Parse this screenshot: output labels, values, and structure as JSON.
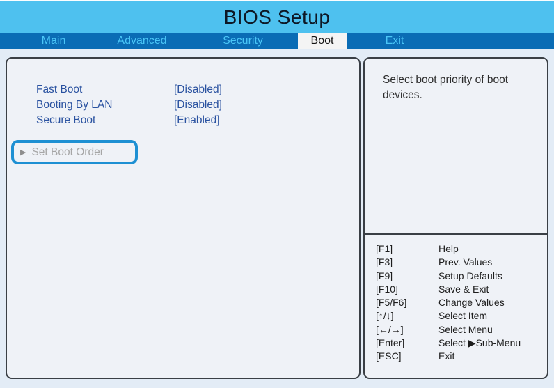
{
  "window": {
    "title": "BIOS Setup"
  },
  "menu": {
    "tabs": [
      {
        "label": "Main",
        "active": false
      },
      {
        "label": "Advanced",
        "active": false
      },
      {
        "label": "Security",
        "active": false
      },
      {
        "label": "Boot",
        "active": true
      },
      {
        "label": "Exit",
        "active": false
      }
    ]
  },
  "settings": {
    "items": [
      {
        "label": "Fast Boot",
        "value": "[Disabled]"
      },
      {
        "label": "Booting By LAN",
        "value": "[Disabled]"
      },
      {
        "label": "Secure Boot",
        "value": "[Enabled]"
      }
    ],
    "submenu": {
      "arrow": "▶",
      "label": "Set Boot Order"
    }
  },
  "info": {
    "description": "Select boot priority of boot devices."
  },
  "help": {
    "rows": [
      {
        "key": "[F1]",
        "action": "Help"
      },
      {
        "key": "[F3]",
        "action": "Prev. Values"
      },
      {
        "key": "[F9]",
        "action": "Setup Defaults"
      },
      {
        "key": "[F10]",
        "action": "Save & Exit"
      },
      {
        "key": "[F5/F6]",
        "action": "Change Values"
      },
      {
        "key": "[↑/↓]",
        "action": "Select Item"
      },
      {
        "key": "[←/→]",
        "action": "Select Menu"
      },
      {
        "key": "[Enter]",
        "action": "Select ▶Sub-Menu"
      },
      {
        "key": "[ESC]",
        "action": "Exit"
      }
    ]
  },
  "colors": {
    "header_bg": "#4EC1EF",
    "menubar_bg": "#0A6CB5",
    "tab_text": "#4AC6F7",
    "active_tab_bg": "#F4F4F4",
    "page_bg": "#E3ECF6",
    "panel_bg": "#EFF2F7",
    "panel_border": "#3A3F45",
    "item_text": "#2A52A0",
    "highlight_border": "#1E90D3",
    "disabled_text": "#A6A6A6"
  }
}
